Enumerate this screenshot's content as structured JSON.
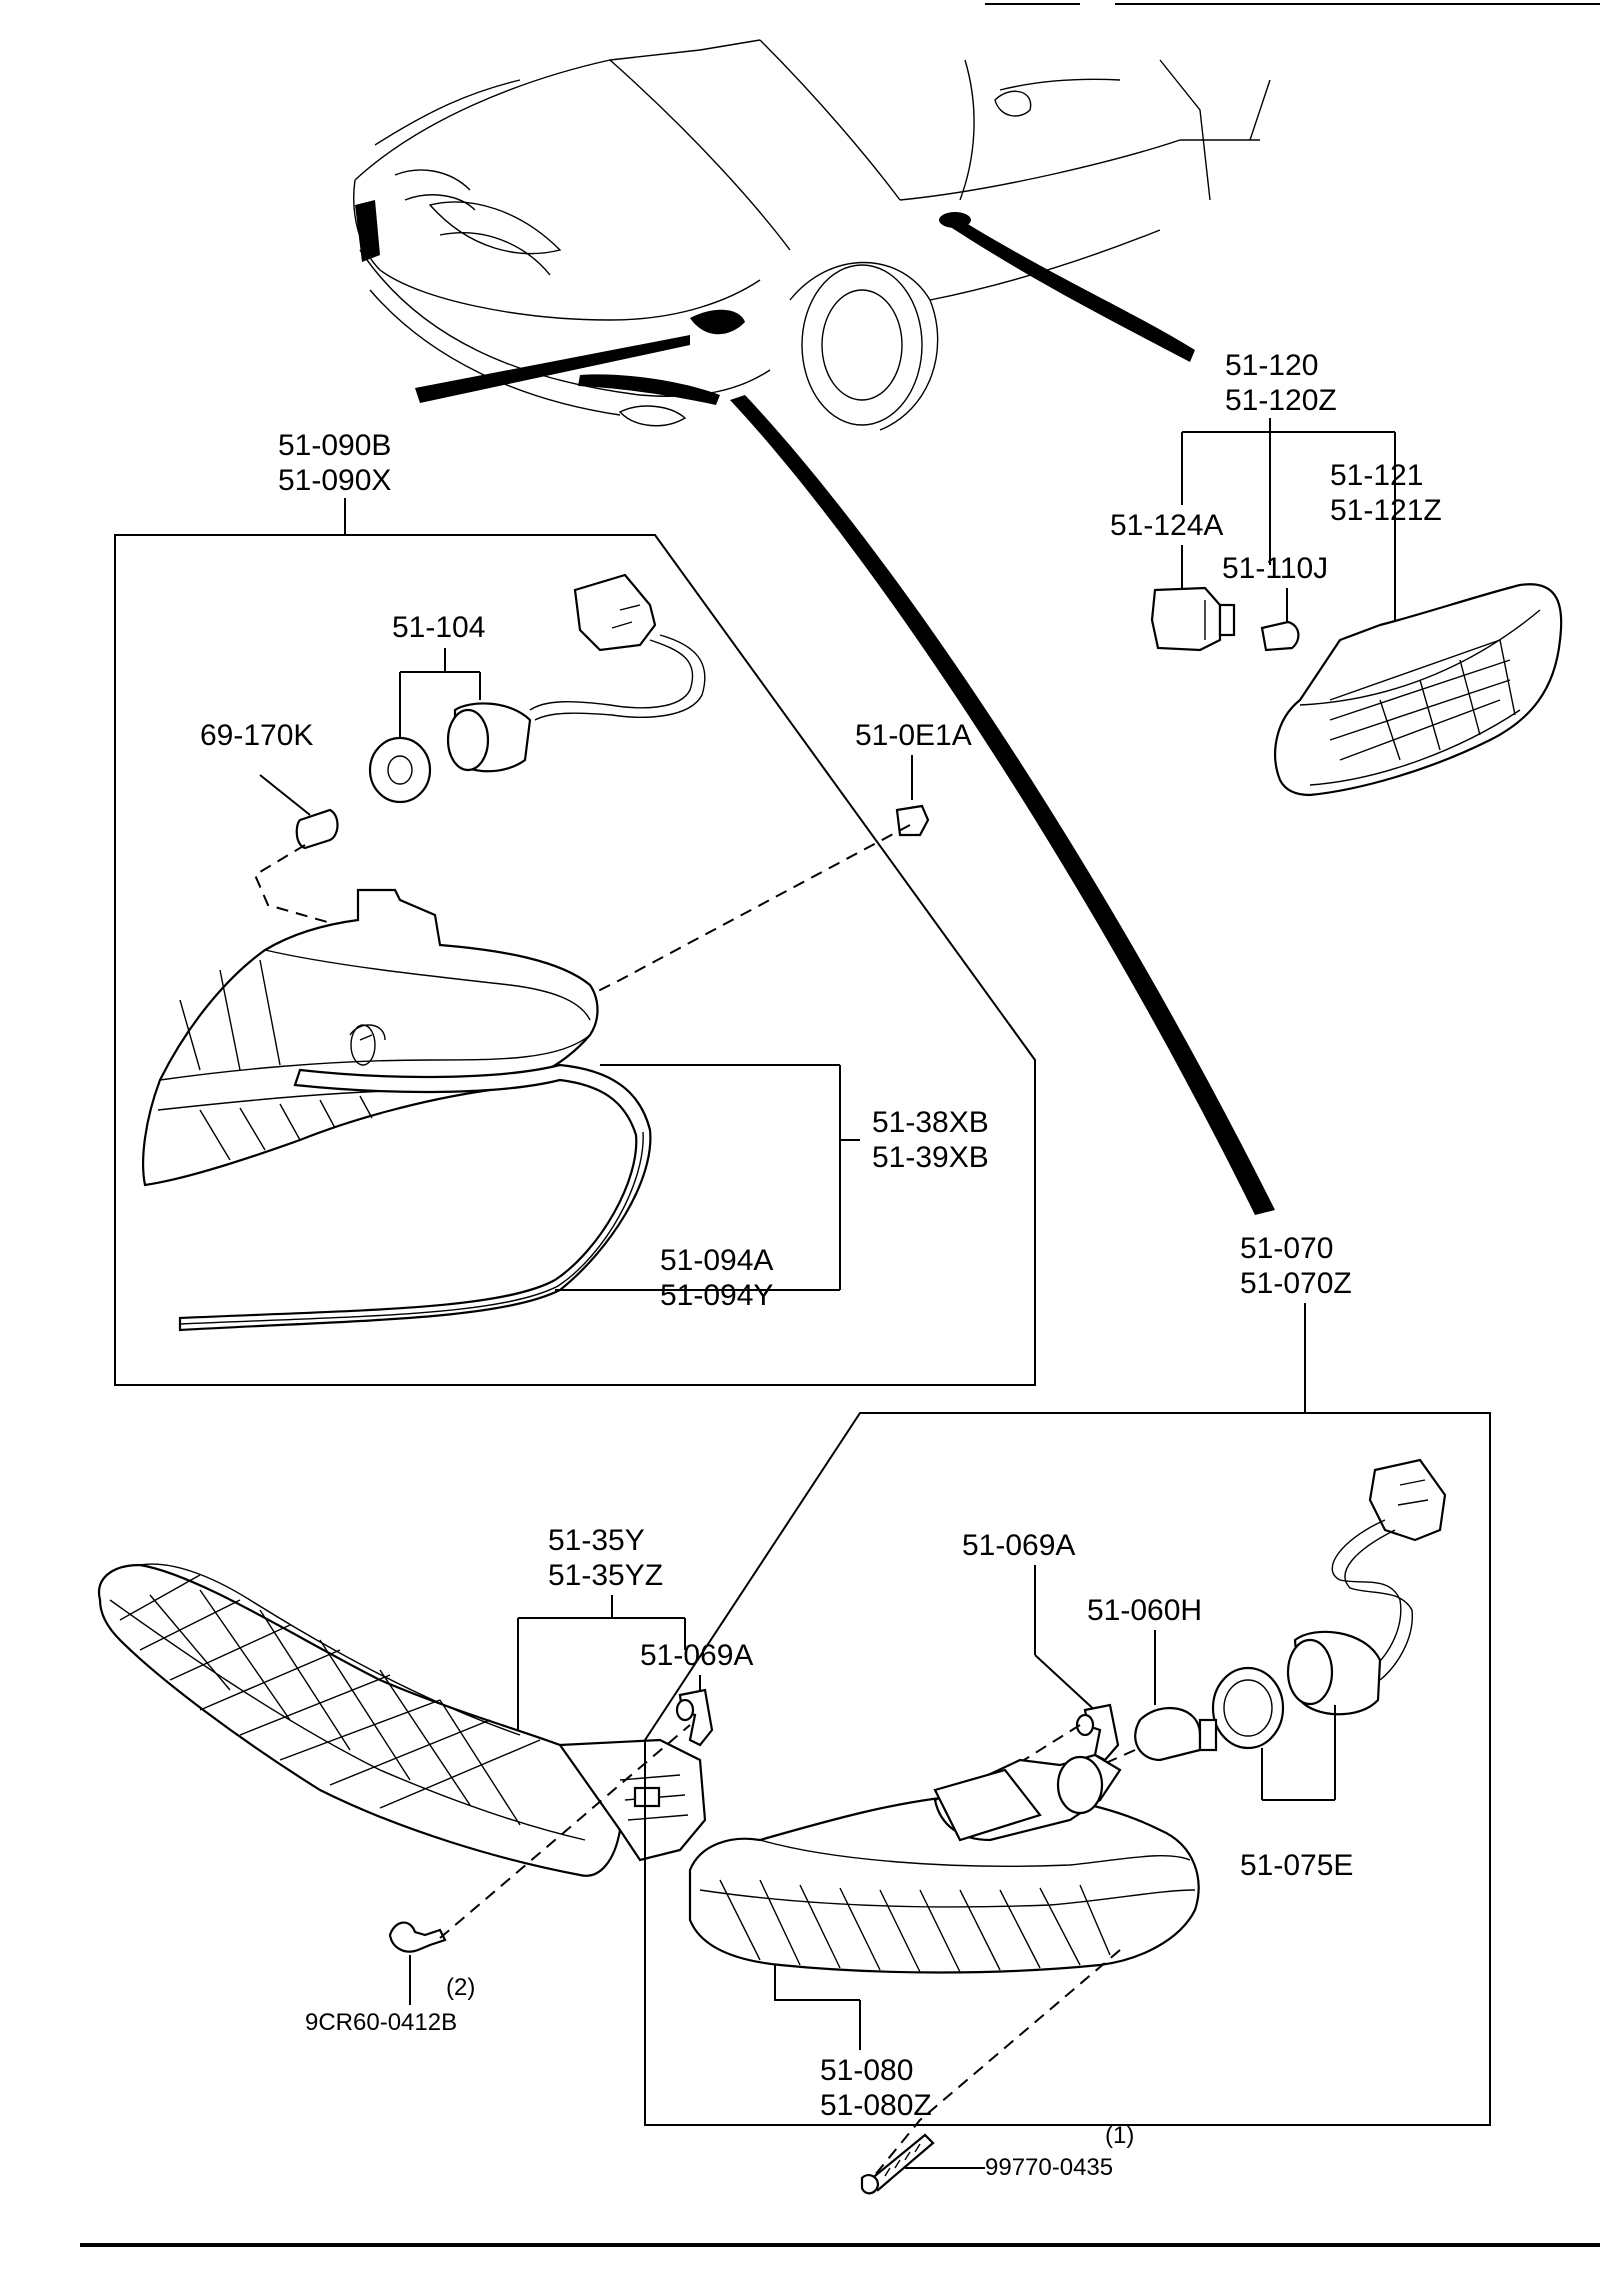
{
  "labels": {
    "l_51_120": "51-120",
    "l_51_120Z": "51-120Z",
    "l_51_121": "51-121",
    "l_51_121Z": "51-121Z",
    "l_51_124A": "51-124A",
    "l_51_110J": "51-110J",
    "l_51_090B": "51-090B",
    "l_51_090X": "51-090X",
    "l_51_104": "51-104",
    "l_69_170K": "69-170K",
    "l_51_0E1A": "51-0E1A",
    "l_51_38XB": "51-38XB",
    "l_51_39XB": "51-39XB",
    "l_51_094A": "51-094A",
    "l_51_094Y": "51-094Y",
    "l_51_070": "51-070",
    "l_51_070Z": "51-070Z",
    "l_51_35Y": "51-35Y",
    "l_51_35YZ": "51-35YZ",
    "l_51_069A_left": "51-069A",
    "l_51_069A_right": "51-069A",
    "l_51_060H": "51-060H",
    "l_51_075E": "51-075E",
    "l_qty_2": "(2)",
    "l_9CR60": "9CR60-0412B",
    "l_51_080": "51-080",
    "l_51_080Z": "51-080Z",
    "l_qty_1": "(1)",
    "l_99770": "99770-0435"
  }
}
